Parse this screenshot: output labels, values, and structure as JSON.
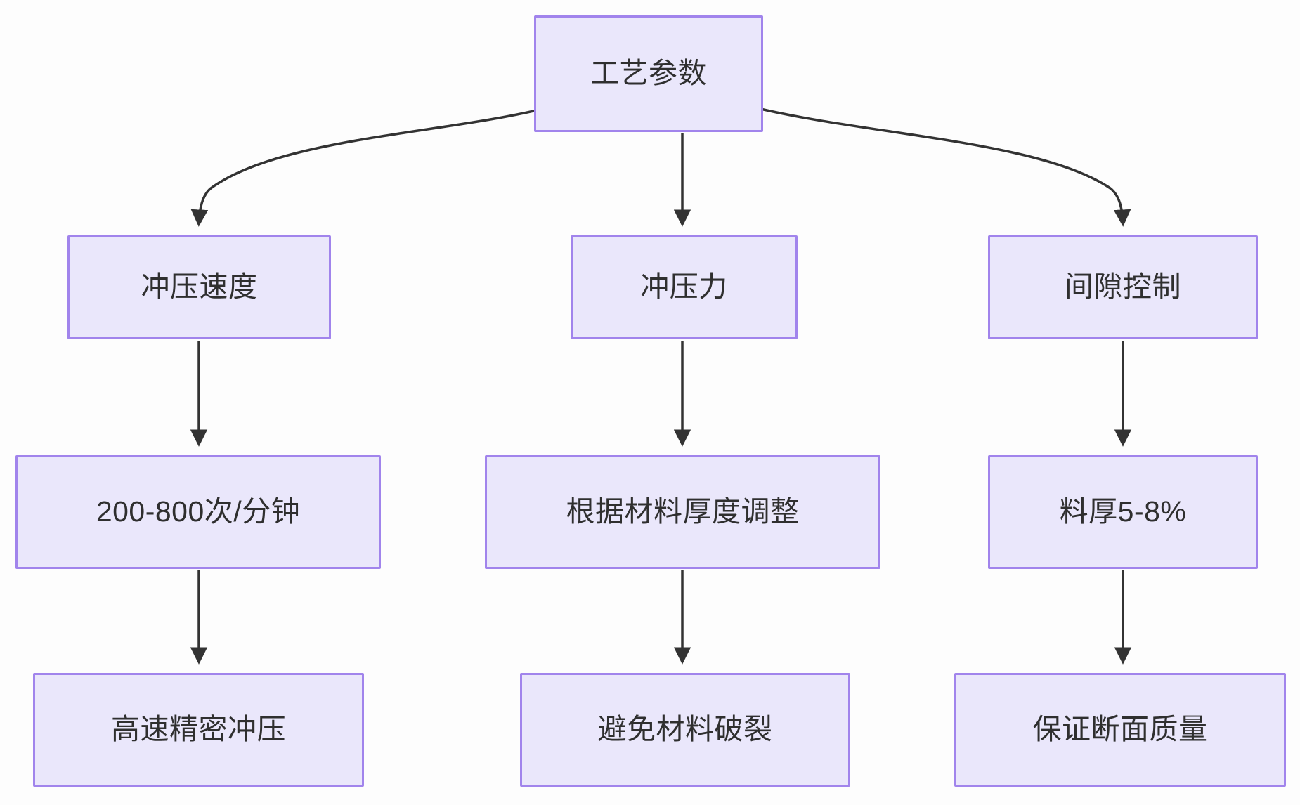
{
  "diagram": {
    "title": "工艺参数",
    "type": "flowchart",
    "direction": "top-down",
    "colors": {
      "node_fill": "#eae7fb",
      "node_border": "#a184ec",
      "node_text": "#2f2f2f",
      "edge": "#333333",
      "background": "#fdfdfd"
    },
    "nodes": [
      {
        "id": "root",
        "label": "工艺参数",
        "level": 1,
        "column": "center"
      },
      {
        "id": "l2a",
        "label": "冲压速度",
        "level": 2,
        "column": "left"
      },
      {
        "id": "l2b",
        "label": "冲压力",
        "level": 2,
        "column": "center"
      },
      {
        "id": "l2c",
        "label": "间隙控制",
        "level": 2,
        "column": "right"
      },
      {
        "id": "l3a",
        "label": "200-800次/分钟",
        "level": 3,
        "column": "left"
      },
      {
        "id": "l3b",
        "label": "根据材料厚度调整",
        "level": 3,
        "column": "center"
      },
      {
        "id": "l3c",
        "label": "料厚5-8%",
        "level": 3,
        "column": "right"
      },
      {
        "id": "l4a",
        "label": "高速精密冲压",
        "level": 4,
        "column": "left"
      },
      {
        "id": "l4b",
        "label": "避免材料破裂",
        "level": 4,
        "column": "center"
      },
      {
        "id": "l4c",
        "label": "保证断面质量",
        "level": 4,
        "column": "right"
      }
    ],
    "edges": [
      {
        "from": "root",
        "to": "l2a",
        "style": "curved",
        "arrow": "end"
      },
      {
        "from": "root",
        "to": "l2b",
        "style": "straight",
        "arrow": "end"
      },
      {
        "from": "root",
        "to": "l2c",
        "style": "curved",
        "arrow": "end"
      },
      {
        "from": "l2a",
        "to": "l3a",
        "style": "straight",
        "arrow": "end"
      },
      {
        "from": "l2b",
        "to": "l3b",
        "style": "straight",
        "arrow": "end"
      },
      {
        "from": "l2c",
        "to": "l3c",
        "style": "straight",
        "arrow": "end"
      },
      {
        "from": "l3a",
        "to": "l4a",
        "style": "straight",
        "arrow": "end"
      },
      {
        "from": "l3b",
        "to": "l4b",
        "style": "straight",
        "arrow": "end"
      },
      {
        "from": "l3c",
        "to": "l4c",
        "style": "straight",
        "arrow": "end"
      }
    ]
  }
}
